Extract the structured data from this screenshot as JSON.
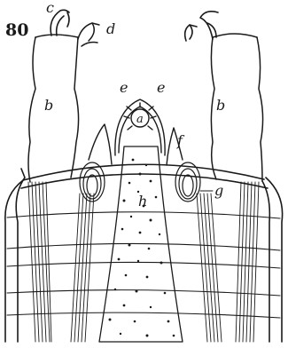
{
  "figure": {
    "number": "80",
    "labels": {
      "a": "a",
      "b_left": "b",
      "b_right": "b",
      "c": "c",
      "d": "d",
      "e_left": "e",
      "e_right": "e",
      "f": "f",
      "g": "g",
      "h": "h"
    }
  }
}
